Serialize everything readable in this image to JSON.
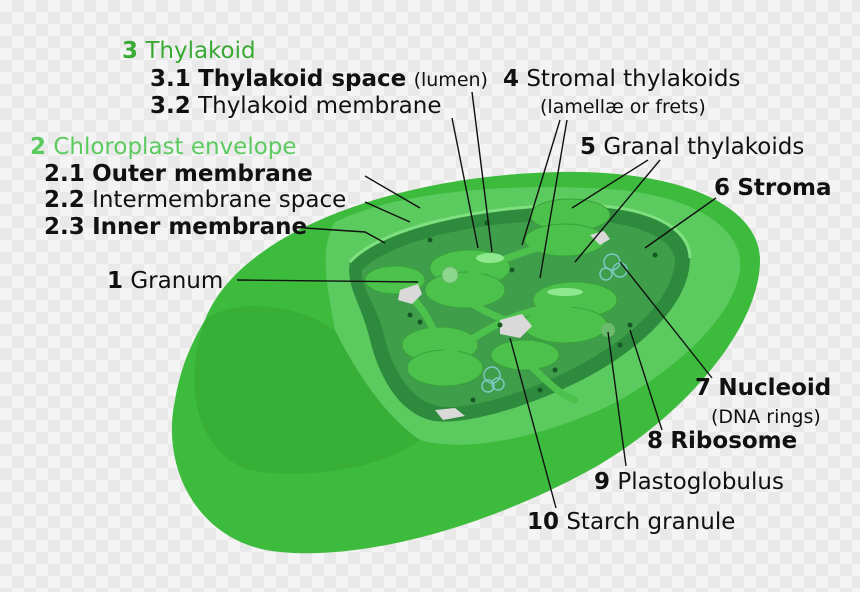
{
  "colors": {
    "envelope_outer": "#3dbb3d",
    "envelope_light": "#6bd46b",
    "stroma": "#2e8a3c",
    "thylakoid": "#4cc24c",
    "thylakoid_lumen": "#7fe07f",
    "heading_green": "#3aaa35",
    "heading_lightgreen": "#5ccb5f"
  },
  "labels": {
    "thylakoid_num": "3",
    "thylakoid_text": "Thylakoid",
    "thylakoid_space_num": "3.1",
    "thylakoid_space_text": "Thylakoid space",
    "thylakoid_space_note": "(lumen)",
    "thylakoid_membrane_num": "3.2",
    "thylakoid_membrane_text": "Thylakoid membrane",
    "envelope_num": "2",
    "envelope_text": "Chloroplast envelope",
    "outer_num": "2.1",
    "outer_text": "Outer membrane",
    "intermembrane_num": "2.2",
    "intermembrane_text": "Intermembrane space",
    "inner_num": "2.3",
    "inner_text": "Inner membrane",
    "granum_num": "1",
    "granum_text": "Granum",
    "stromal_num": "4",
    "stromal_text": "Stromal thylakoids",
    "stromal_note": "(lamellæ or frets)",
    "granal_num": "5",
    "granal_text": "Granal thylakoids",
    "stroma_num": "6",
    "stroma_text": "Stroma",
    "nucleoid_num": "7",
    "nucleoid_text": "Nucleoid",
    "nucleoid_note": "(DNA rings)",
    "ribosome_num": "8",
    "ribosome_text": "Ribosome",
    "plasto_num": "9",
    "plasto_text": "Plastoglobulus",
    "starch_num": "10",
    "starch_text": "Starch granule"
  }
}
